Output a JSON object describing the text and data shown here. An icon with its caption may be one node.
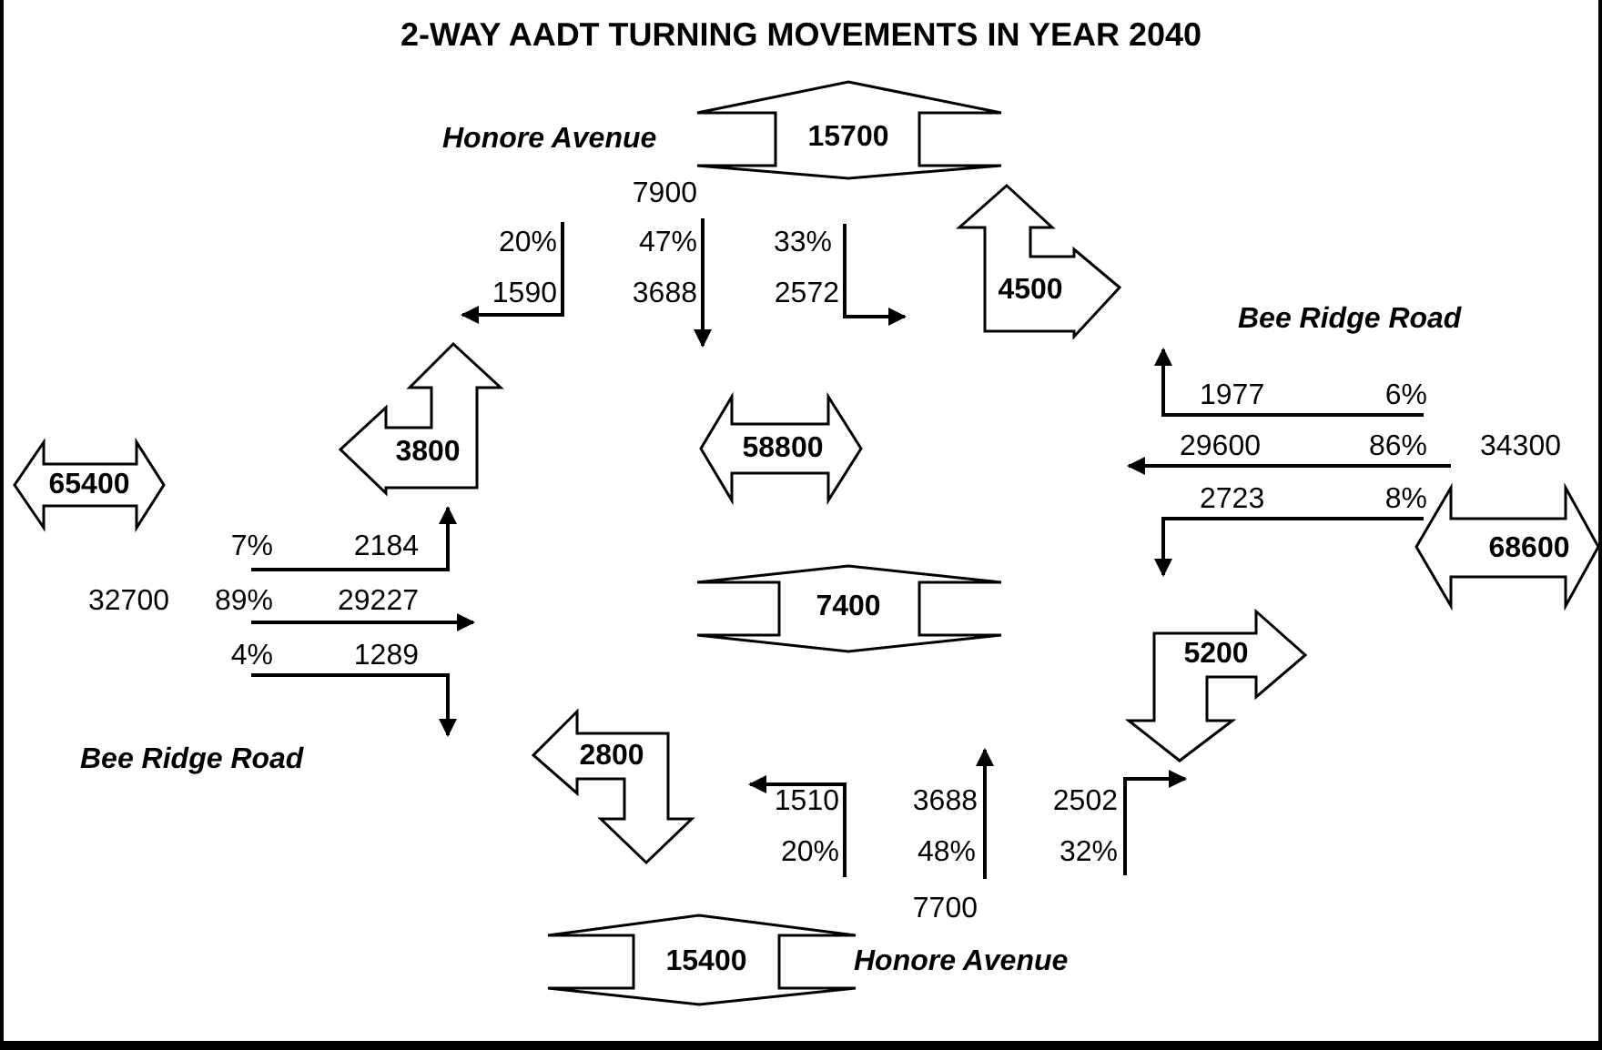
{
  "diagram": {
    "title": "2-WAY AADT TURNING MOVEMENTS IN YEAR 2040",
    "nodes": [
      {
        "text": [
          "15700"
        ]
      },
      {
        "text": [
          "4500"
        ]
      },
      {
        "text": [
          "3800"
        ]
      },
      {
        "text": [
          "58800"
        ]
      },
      {
        "text": [
          "65400"
        ]
      },
      {
        "text": [
          "68600"
        ]
      },
      {
        "text": [
          "7400"
        ]
      },
      {
        "text": [
          "5200"
        ]
      },
      {
        "text": [
          "2800"
        ]
      },
      {
        "text": [
          "15400"
        ]
      }
    ],
    "labels": [
      "Honore Avenue",
      "7900",
      "20%",
      "47%",
      "33%",
      "1590",
      "3688",
      "2572",
      "Bee Ridge Road",
      "1977",
      "6%",
      "29600",
      "86%",
      "34300",
      "2723",
      "8%",
      "7%",
      "2184",
      "32700",
      "89%",
      "29227",
      "4%",
      "1289",
      "Bee Ridge Road",
      "1510",
      "3688",
      "2502",
      "20%",
      "48%",
      "32%",
      "7700",
      "Honore Avenue"
    ]
  }
}
